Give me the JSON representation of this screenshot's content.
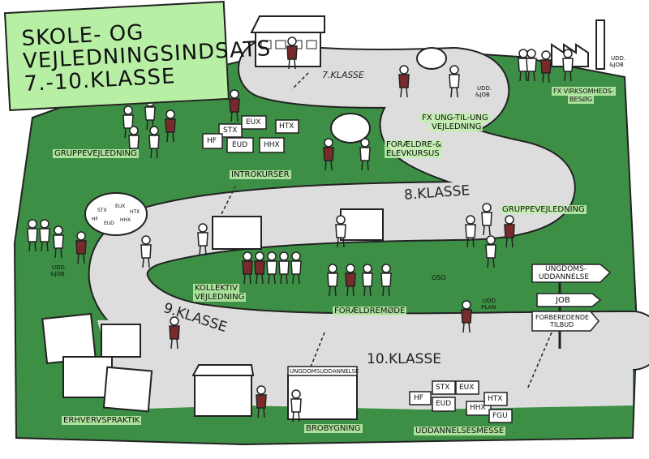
{
  "title": {
    "line1": "SKOLE- OG",
    "line2": "VEJLEDNINGSINDSATS",
    "line3": "7.-10.KLASSE"
  },
  "grades": {
    "g7": "7.KLASSE",
    "g8": "8.KLASSE",
    "g9": "9.KLASSE",
    "g10": "10.KLASSE"
  },
  "labels": {
    "gruppe1": "GRUPPEVEJLEDNING",
    "intro": "INTROKURSER",
    "foraeldre_line1": "FORÆLDRE-&",
    "foraeldre_line2": "ELEVKURSUS",
    "ung_line1": "FX UNG-TIL-UNG",
    "ung_line2": "VEJLEDNING",
    "virk_line1": "FX VIRKSOMHEDS-",
    "virk_line2": "BESØG",
    "gruppe2": "GRUPPEVEJLEDNING",
    "kollektiv_line1": "KOLLEKTIV",
    "kollektiv_line2": "VEJLEDNING",
    "foraeldremoede": "FORÆLDREMØDE",
    "erhverv": "ERHVERVSPRAKTIK",
    "brobygning": "BROBYGNING",
    "messe": "UDDANNELSESMESSE",
    "uu_building": "UNGDOMSUDDANNELSE"
  },
  "signs": {
    "stx": "STX",
    "eux": "EUX",
    "htx": "HTX",
    "hf": "HF",
    "eud": "EUD",
    "hhx": "HHX",
    "fgu": "FGU",
    "udd_job_line1": "UDD.",
    "udd_job_line2": "&JOB",
    "udd_plan_line1": "UDD",
    "udd_plan_line2": "PLAN",
    "oso": "OSO"
  },
  "signpost": {
    "ungdom_line1": "UNGDOMS-",
    "ungdom_line2": "UDDANNELSE",
    "job": "JOB",
    "forb_line1": "FORBEREDENDE",
    "forb_line2": "TILBUD"
  },
  "colors": {
    "green": "#3d8f45",
    "road": "#dddddd",
    "accent": "#7a2a2a",
    "highlight": "#b7f0a4",
    "ink": "#222222"
  }
}
